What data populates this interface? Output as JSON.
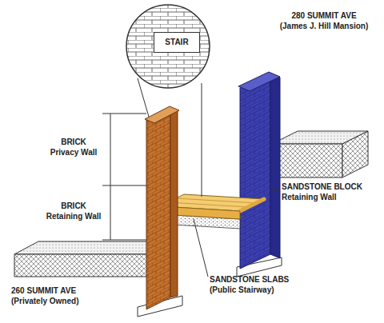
{
  "diagram": {
    "nodes": [
      {
        "text": [
          "STAIR"
        ]
      }
    ],
    "labels": [
      "280 SUMMIT AVE",
      "(James J. Hill Mansion)",
      "BRICK",
      "Privacy Wall",
      "BRICK",
      "Retaining Wall",
      "SANDSTONE BLOCK",
      "Retaining Wall",
      "SANDSTONE SLABS",
      "(Public Stairway)",
      "260 SUMMIT AVE",
      "(Privately Owned)"
    ]
  }
}
